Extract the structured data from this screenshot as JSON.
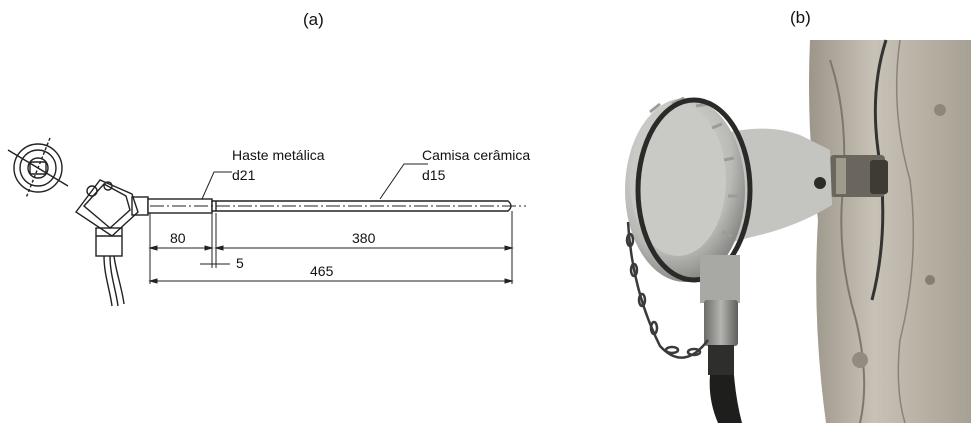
{
  "panels": {
    "a_label": "(a)",
    "b_label": "(b)"
  },
  "drawing": {
    "annotations": {
      "rod_name": "Haste metálica",
      "rod_diameter": "d21",
      "sleeve_name": "Camisa cerâmica",
      "sleeve_diameter": "d15"
    },
    "dimensions": {
      "rod_length": "80",
      "sleeve_length": "380",
      "gap": "5",
      "total_length": "465"
    }
  },
  "photo": {
    "subject": "thermocouple-connection-head-on-wall"
  }
}
